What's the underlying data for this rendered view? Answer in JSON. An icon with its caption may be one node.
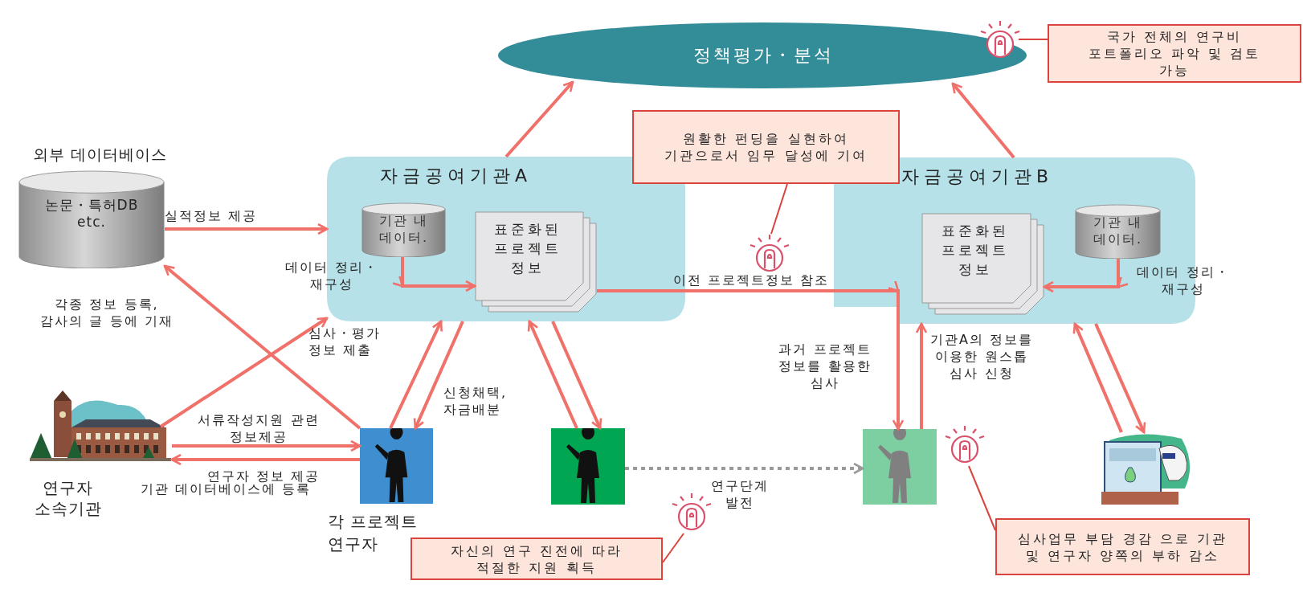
{
  "diagram": {
    "nodes": [
      {
        "text": [
          "정책평가・분석"
        ]
      },
      {
        "text": [
          "국가 전체의 연구비 포트폴리오 파악 및 검토 가능"
        ]
      },
      {
        "text": [],
        "shape": "picture"
      },
      {
        "text": [
          "외부 데이터베이스",
          "논문・특허DB etc."
        ]
      },
      {
        "text": [
          "자금공여기관A"
        ]
      },
      {
        "text": [
          "기관 내 데이터."
        ],
        "in": 4
      },
      {
        "text": [
          "표준화된 프로젝트 정보"
        ],
        "in": 4
      },
      {
        "text": [
          "원활한 펀딩을 실현하여 기관으로서 임무 달성에 기여"
        ]
      },
      {
        "text": [],
        "shape": "picture"
      },
      {
        "text": [
          "자금공여기관B"
        ]
      },
      {
        "text": [
          "표준화된 프로젝트 정보"
        ],
        "in": 9
      },
      {
        "text": [
          "기관 내 데이터."
        ],
        "in": 9
      },
      {
        "text": [
          "연구자 소속기관"
        ]
      },
      {
        "text": [
          "각 프로젝트 연구자"
        ]
      },
      {
        "text": [],
        "shape": "picture"
      },
      {
        "text": [],
        "shape": "picture"
      },
      {
        "text": [],
        "shape": "picture"
      },
      {
        "text": [
          "자신의 연구 진전에 따라 적절한 지원 획득"
        ]
      },
      {
        "text": [],
        "shape": "picture"
      },
      {
        "text": [],
        "shape": "picture"
      },
      {
        "text": [
          "심사업무 부담 경감 으로 기관 및 연구자 양쪽의 부하 감소"
        ]
      }
    ],
    "edges": [
      {
        "from": 4,
        "to": 0,
        "arrow": "to"
      },
      {
        "from": 9,
        "to": 0,
        "arrow": "to"
      },
      {
        "from": 1,
        "to": 2,
        "arrow": "none",
        "color": "#d9443c"
      },
      {
        "from": 3,
        "to": 4,
        "arrow": "to",
        "label": "실적정보 제공"
      },
      {
        "from": 5,
        "to": 6,
        "arrow": "to",
        "label": "데이터 정리・재구성"
      },
      {
        "from": 6,
        "to": 15,
        "arrow": "to",
        "label": "이전 프로젝트정보 참조"
      },
      {
        "from": 11,
        "to": 10,
        "arrow": "to",
        "label": "데이터 정리・재구성"
      },
      {
        "from": 7,
        "to": 8,
        "arrow": "none",
        "color": "#d9443c"
      },
      {
        "from": 13,
        "to": 3,
        "arrow": "to",
        "label": "각종 정보 등록, 감사의 글 등에 기재"
      },
      {
        "from": 12,
        "to": 4,
        "arrow": "to",
        "label": "심사・평가 정보 제출"
      },
      {
        "from": 12,
        "to": 13,
        "arrow": "to",
        "label": "서류작성지원 관련 정보제공"
      },
      {
        "from": 13,
        "to": 12,
        "arrow": "to",
        "label": "연구자 정보 제공"
      },
      {
        "from": 13,
        "to": 4,
        "arrow": "to"
      },
      {
        "from": 4,
        "to": 13,
        "arrow": "to",
        "label": "신청채택, 자금배분"
      },
      {
        "from": 14,
        "to": 4,
        "arrow": "to"
      },
      {
        "from": 4,
        "to": 14,
        "arrow": "to"
      },
      {
        "from": 14,
        "to": 15,
        "arrow": "to",
        "label": "연구단계 발전",
        "style": "dashed",
        "color": "#9a9a9a"
      },
      {
        "from": 15,
        "to": 9,
        "arrow": "to",
        "label": "기관A의 정보를 이용한 원스톱 심사 신청"
      },
      {
        "from": 19,
        "to": 9,
        "arrow": "to"
      },
      {
        "from": 9,
        "to": 19,
        "arrow": "to"
      },
      {
        "from": 17,
        "to": 16,
        "arrow": "none",
        "color": "#d9443c"
      },
      {
        "from": 20,
        "to": 18,
        "arrow": "none",
        "color": "#d9443c"
      }
    ],
    "labels": [
      "과거 프로젝트 정보를 활용한 심사",
      "기관 데이터베이스에 등록"
    ]
  }
}
